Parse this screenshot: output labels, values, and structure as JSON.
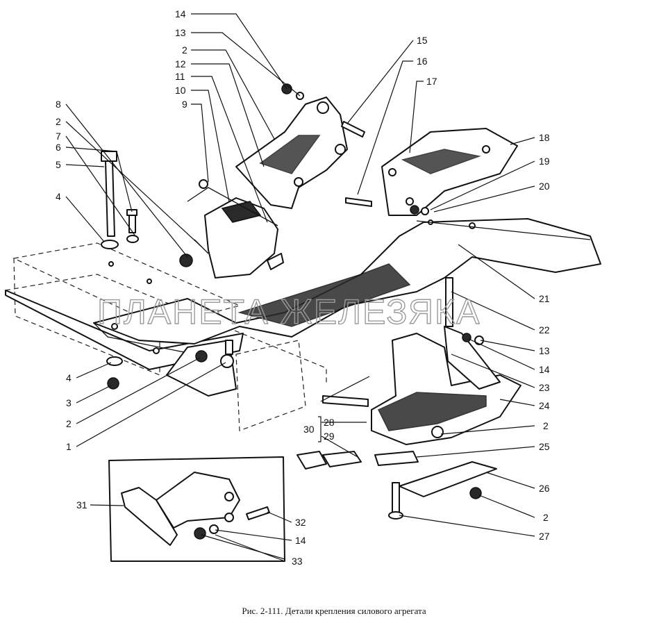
{
  "caption": "Рис. 2-111. Детали крепления силового агрегата",
  "watermark": "ПЛАНЕТА ЖЕЛЕЗЯКА",
  "callouts": [
    "14",
    "13",
    "2",
    "12",
    "11",
    "10",
    "9",
    "8",
    "2",
    "7",
    "6",
    "5",
    "4",
    "15",
    "16",
    "17",
    "18",
    "19",
    "20",
    "21",
    "22",
    "13",
    "14",
    "23",
    "24",
    "2",
    "25",
    "26",
    "2",
    "27",
    "4",
    "3",
    "2",
    "1",
    "30",
    "28",
    "29",
    "31",
    "32",
    "14",
    "33"
  ],
  "bracket_group_label": "30"
}
